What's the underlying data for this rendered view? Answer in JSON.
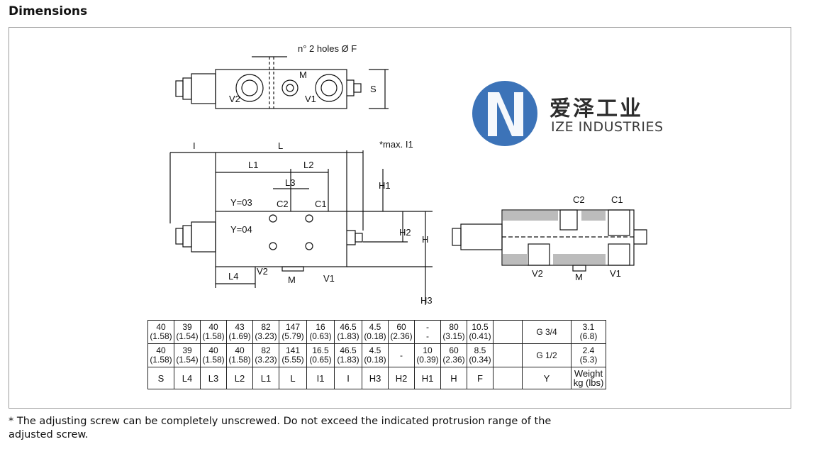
{
  "heading": "Dimensions",
  "logo": {
    "chinese": "爱泽工业",
    "english": "IZE INDUSTRIES",
    "icon": "ize-logo-icon"
  },
  "drawing_labels": {
    "holes": "n° 2 holes Ø F",
    "V2": "V2",
    "V1": "V1",
    "M": "M",
    "S": "S",
    "I": "I",
    "L": "L",
    "max_I1": "*max. I1",
    "L1": "L1",
    "L2": "L2",
    "L3": "L3",
    "H1": "H1",
    "H2": "H2",
    "H": "H",
    "H3": "H3",
    "Y03": "Y=03",
    "Y04": "Y=04",
    "C1": "C1",
    "C2": "C2",
    "L4": "L4"
  },
  "table": {
    "rows": [
      [
        "40\n(1.58)",
        "39\n(1.54)",
        "40\n(1.58)",
        "43\n(1.69)",
        "82\n(3.23)",
        "147\n(5.79)",
        "16\n(0.63)",
        "46.5\n(1.83)",
        "4.5\n(0.18)",
        "60\n(2.36)",
        "-\n-",
        "80\n(3.15)",
        "10.5\n(0.41)",
        "",
        "G 3/4",
        "3.1\n(6.8)"
      ],
      [
        "40\n(1.58)",
        "39\n(1.54)",
        "40\n(1.58)",
        "40\n(1.58)",
        "82\n(3.23)",
        "141\n(5.55)",
        "16.5\n(0.65)",
        "46.5\n(1.83)",
        "4.5\n(0.18)",
        "-",
        "10\n(0.39)",
        "60\n(2.36)",
        "8.5\n(0.34)",
        "",
        "G 1/2",
        "2.4\n(5.3)"
      ]
    ],
    "headers": [
      "S",
      "L4",
      "L3",
      "L2",
      "L1",
      "L",
      "I1",
      "I",
      "H3",
      "H2",
      "H1",
      "H",
      "F",
      "",
      "Y",
      "Weight\nkg (lbs)"
    ]
  },
  "footnote": "* The adjusting screw can be completely unscrewed. Do not exceed the indicated protrusion range of the adjusted screw."
}
